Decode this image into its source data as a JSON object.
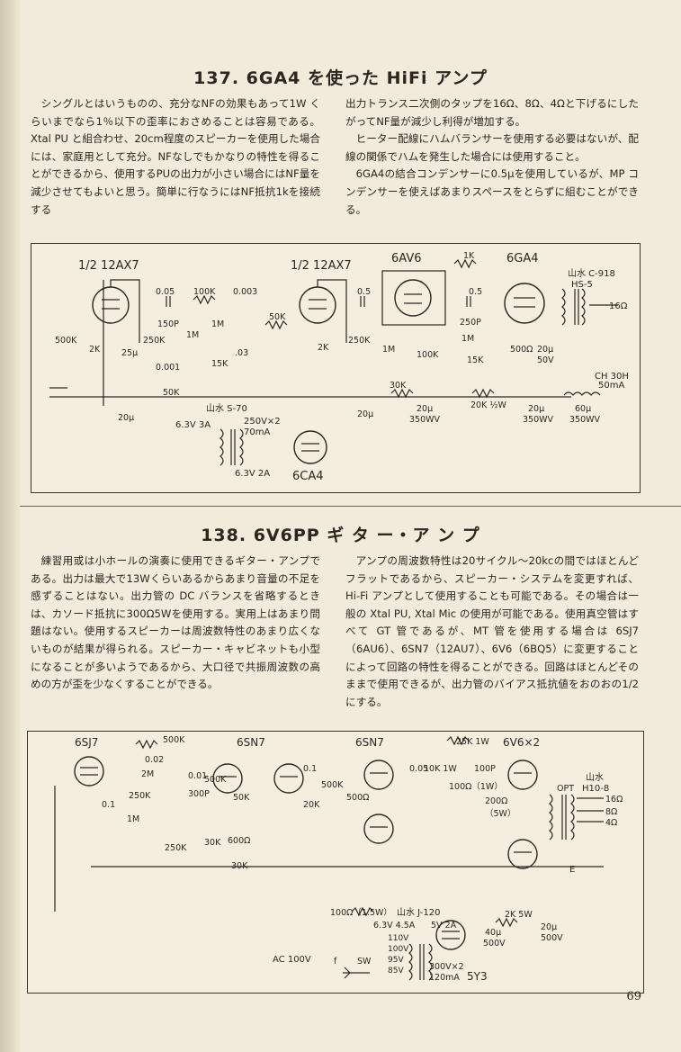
{
  "section1": {
    "title": "137.  6GA4 を使った HiFi アンプ",
    "left_text": "シングルとはいうものの、充分なNFの効果もあって1W くらいまでなら1％以下の歪率におさめることは容易である。Xtal PU と組合わせ、20cm程度のスピーカーを使用した場合には、家庭用として充分。NFなしでもかなりの特性を得ることができるから、使用するPUの出力が小さい場合にはNF量を減少させてもよいと思う。簡単に行なうにはNF抵抗1kを接続する",
    "right_text_1": "出力トランス二次側のタップを16Ω、8Ω、4Ωと下げるにしたがってNF量が減少し利得が増加する。",
    "right_text_2": "ヒーター配線にハムバランサーを使用する必要はないが、配線の関係でハムを発生した場合には使用すること。",
    "right_text_3": "6GA4の結合コンデンサーに0.5μを使用しているが、MP コンデンサーを使えばあまりスペースをとらずに組むことができる。",
    "schematic_labels": {
      "tube1": "1/2 12AX7",
      "tube2": "1/2 12AX7",
      "tube3": "6AV6",
      "tube4": "6GA4",
      "rect": "6CA4",
      "out_trans": "山水 C-918",
      "out_trans2": "HS-5",
      "out_ohm": "16Ω",
      "choke": "CH 30H",
      "choke2": "50mA",
      "power_trans": "山水 S-70",
      "heater1": "6.3V 3A",
      "hv": "250V×2",
      "hv2": "70mA",
      "heater2": "6.3V 2A",
      "c005": "0.05",
      "r100k": "100K",
      "c0003": "0.003",
      "r50k": "50K",
      "c05a": "0.5",
      "c05b": "0.5",
      "r1k": "1K",
      "c150p": "150P",
      "r1m_a": "1M",
      "r1m_b": "1M",
      "r1m_c": "1M",
      "r1m_d": "1M",
      "c0001": "0.001",
      "r15k_a": "15K",
      "c003": ".03",
      "r500k": "500K",
      "r2k_a": "2K",
      "c25u": "25μ",
      "r250k_a": "250K",
      "r2k_b": "2K",
      "r250k_b": "250K",
      "r100k_b": "100K",
      "r15k_b": "15K",
      "c250p": "250P",
      "r500": "500Ω",
      "c20u_50": "20μ",
      "v50": "50V",
      "r50k_b": "50K",
      "r30k": "30K",
      "r20k": "20K ½W",
      "c20u_a": "20μ",
      "c20u_b": "20μ",
      "c20u_c": "20μ",
      "v350_a": "350WV",
      "c20u_d": "20μ",
      "v350_b": "350WV",
      "c60u": "60μ",
      "v350_c": "350WV"
    }
  },
  "section2": {
    "title": "138.  6V6PP  ギ タ ー・ア ン プ",
    "left_text": "練習用或は小ホールの演奏に使用できるギター・アンプである。出力は最大で13Wくらいあるからあまり音量の不足を感ずることはない。出力管の DC バランスを省略するときは、カソード抵抗に300Ω5Wを使用する。実用上はあまり問題はない。使用するスピーカーは周波数特性のあまり広くないものが結果が得られる。スピーカー・キャビネットも小型になることが多いようであるから、大口径で共振周波数の高めの方が歪を少なくすることができる。",
    "right_text": "アンプの周波数特性は20サイクル～20kcの間ではほとんどフラットであるから、スピーカー・システムを変更すれば、Hi-Fi アンプとして使用することも可能である。その場合は一般の Xtal PU, Xtal Mic の使用が可能である。使用真空管はすべて GT 管であるが、MT 管を使用する場合は 6SJ7（6AU6）、6SN7（12AU7）、6V6（6BQ5）に変更することによって回路の特性を得ることができる。回路はほとんどそのままで使用できるが、出力管のバイアス抵抗値をおのおの1/2にする。",
    "schematic_labels": {
      "tube1": "6SJ7",
      "tube2": "6SN7",
      "tube3": "6SN7",
      "tube4": "6V6×2",
      "rect": "5Y3",
      "out_trans": "山水",
      "out_trans2": "H10-8",
      "opt": "OPT",
      "o16": "16Ω",
      "o8": "8Ω",
      "o4": "4Ω",
      "power_trans": "山水 J-120",
      "heater": "6.3V 4.5A",
      "rect_heater": "5V 2A",
      "hv": "300V×2",
      "hv2": "120mA",
      "r100_15": "100Ω（1.5W）",
      "r500k": "500K",
      "c002": "0.02",
      "c001": "0.01",
      "r250k_a": "250K",
      "r250k_b": "250K",
      "r1m": "1M",
      "c01": "0.1",
      "r2m": "2M",
      "c300p": "300P",
      "r500k_b": "500K",
      "r30k": "30K",
      "r50k": "50K",
      "r600": "600Ω",
      "r30k_b": "30K",
      "c01b": "0.1",
      "r20k": "20K",
      "r500k_c": "500K",
      "r500": "500Ω",
      "c005": "0.05",
      "r25k": "25K 1W",
      "r10k": "10K 1W",
      "c100p": "100P",
      "r100_1w": "100Ω（1W）",
      "r200": "200Ω",
      "r5w": "（5W）",
      "r2k5": "2K 5W",
      "c40u": "40μ",
      "v500a": "500V",
      "c20u": "20μ",
      "v500b": "500V",
      "ac": "AC 100V",
      "sw": "SW",
      "fuse": "f",
      "v110": "110V",
      "v100": "100V",
      "v95": "95V",
      "v85": "85V",
      "e": "E"
    }
  },
  "page_number": "69"
}
